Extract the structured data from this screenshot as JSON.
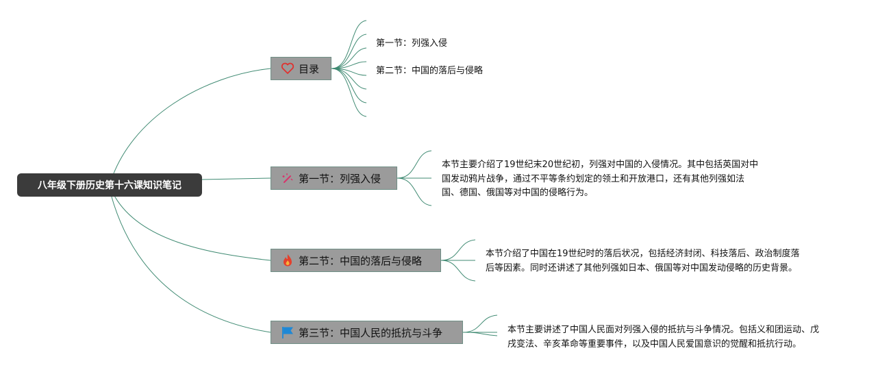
{
  "root": {
    "title": "八年级下册历史第十六课知识笔记"
  },
  "branches": [
    {
      "title": "目录",
      "icon": "heart-outline-icon",
      "icon_color": "#e0312f",
      "children": [
        "第一节：列强入侵",
        "第二节：中国的落后与侵略"
      ]
    },
    {
      "title": "第一节：列强入侵",
      "icon": "magic-wand-icon",
      "icon_color": "#d8336b",
      "note_lines": [
        "本节主要介绍了19世纪末20世纪初，列强对中国的入侵情况。其中包括英国对中",
        "国发动鸦片战争，通过不平等条约划定的领土和开放港口，还有其他列强如法",
        "国、德国、俄国等对中国的侵略行为。"
      ]
    },
    {
      "title": "第二节：中国的落后与侵略",
      "icon": "fire-icon",
      "icon_color": "#e4402c",
      "note_lines": [
        "本节介绍了中国在19世纪时的落后状况，包括经济封闭、科技落后、政治制度落",
        "后等因素。同时还讲述了其他列强如日本、俄国等对中国发动侵略的历史背景。"
      ]
    },
    {
      "title": "第三节：中国人民的抵抗与斗争",
      "icon": "flag-icon",
      "icon_color": "#1e88d6",
      "note_lines": [
        "本节主要讲述了中国人民面对列强入侵的抵抗与斗争情况。包括义和团运动、戊",
        "戌变法、辛亥革命等重要事件，以及中国人民爱国意识的觉醒和抵抗行动。"
      ]
    }
  ],
  "colors": {
    "connector": "#3f8a72",
    "root_fill": "#3b3b3b",
    "branch_fill": "#9b9b9b"
  }
}
